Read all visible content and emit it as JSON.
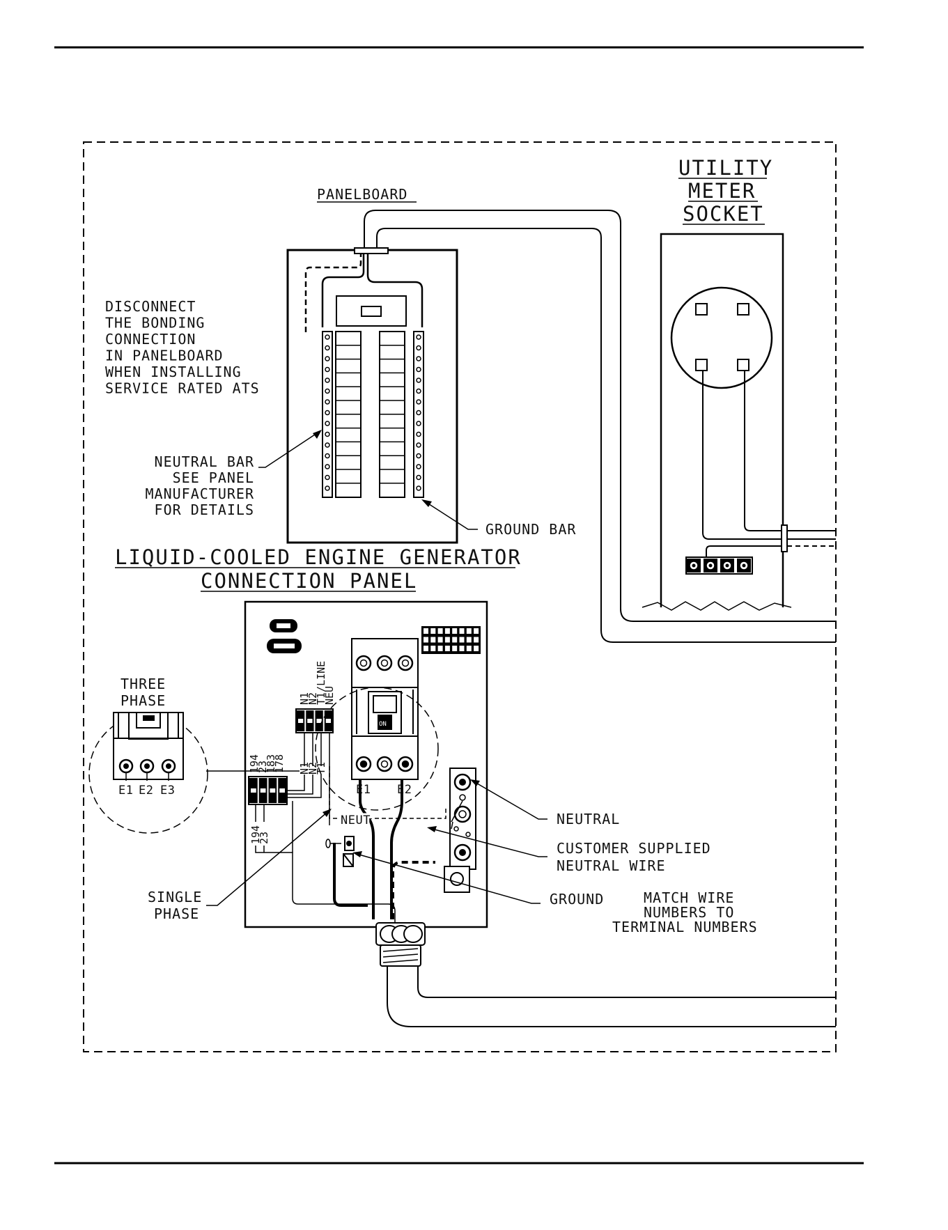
{
  "labels": {
    "panelboard": "PANELBOARD",
    "utility_meter_line1": "UTILITY",
    "utility_meter_line2": "METER",
    "utility_meter_line3": "SOCKET",
    "disconnect_note": [
      "DISCONNECT",
      "THE BONDING",
      "CONNECTION",
      "IN PANELBOARD",
      "WHEN INSTALLING",
      "SERVICE RATED ATS"
    ],
    "neutral_bar_note": [
      "NEUTRAL BAR",
      "SEE PANEL",
      "MANUFACTURER",
      "FOR DETAILS"
    ],
    "ground_bar": "GROUND BAR",
    "generator_title_line1": "LIQUID-COOLED ENGINE GENERATOR",
    "generator_title_line2": "CONNECTION PANEL",
    "three_phase_line1": "THREE",
    "three_phase_line2": "PHASE",
    "single_phase_line1": "SINGLE",
    "single_phase_line2": "PHASE",
    "neutral": "NEUTRAL",
    "customer_supplied_line1": "CUSTOMER SUPPLIED",
    "customer_supplied_line2": "NEUTRAL WIRE",
    "ground": "GROUND",
    "match_wire": [
      "MATCH WIRE",
      "NUMBERS TO",
      "TERMINAL NUMBERS"
    ],
    "neut": "NEUT",
    "three_phase_terminals": [
      "E1",
      "E2",
      "E3"
    ],
    "breaker_terminals": [
      "E1",
      "E2"
    ],
    "upper_strip_labels": [
      "N1",
      "N2",
      "T1/LINE",
      "NEU"
    ],
    "lower_strip_labels": [
      "194",
      "23",
      "183",
      "178"
    ],
    "wire_labels_mid": [
      "N1",
      "N2",
      "T1"
    ],
    "lower_wire_labels": [
      "194",
      "23"
    ],
    "breaker_on": "ON"
  }
}
